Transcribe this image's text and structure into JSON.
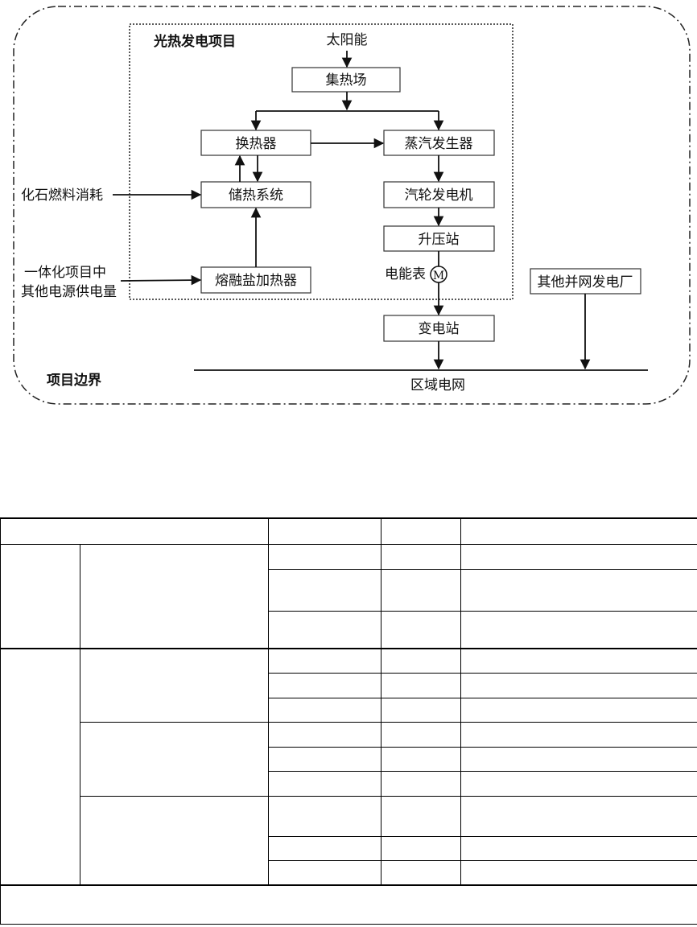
{
  "diagram": {
    "project_title": "光热发电项目",
    "boundary_label": "项目边界",
    "meter_symbol": "M",
    "nodes": {
      "solar": "太阳能",
      "collector": "集热场",
      "heat_exchanger": "换热器",
      "steam_generator": "蒸汽发生器",
      "storage": "储热系统",
      "turbine": "汽轮发电机",
      "booster": "升压站",
      "meter": "电能表",
      "salt_heater": "熔融盐加热器",
      "substation": "变电站",
      "other_plants": "其他并网发电厂",
      "grid": "区域电网",
      "fossil": "化石燃料消耗",
      "other_power_line1": "一体化项目中",
      "other_power_line2": "其他电源供电量"
    }
  },
  "table": {
    "rows": 14,
    "cols": 5
  }
}
